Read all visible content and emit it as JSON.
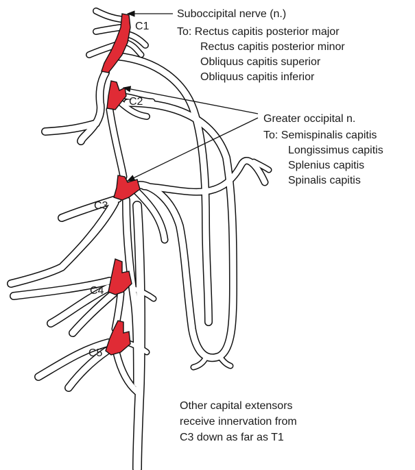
{
  "labels": {
    "c1": "C1",
    "c2": "C2",
    "c3": "C3",
    "c4": "C4",
    "c5": "C5"
  },
  "suboccipital": {
    "title": "Suboccipital nerve (n.)",
    "lines": [
      "To: Rectus capitis posterior major",
      "Rectus capitis posterior minor",
      "Obliquus capitis superior",
      "Obliquus capitis inferior"
    ]
  },
  "greater_occipital": {
    "title": "Greater occipital n.",
    "lines": [
      "To: Semispinalis capitis",
      "Longissimus capitis",
      "Splenius capitis",
      "Spinalis capitis"
    ]
  },
  "note": {
    "lines": [
      "Other capital extensors",
      "receive innervation from",
      "C3 down as far as T1"
    ]
  },
  "colors": {
    "root": "#e02b35",
    "outline": "#111111",
    "nerve_fill": "#ffffff"
  }
}
